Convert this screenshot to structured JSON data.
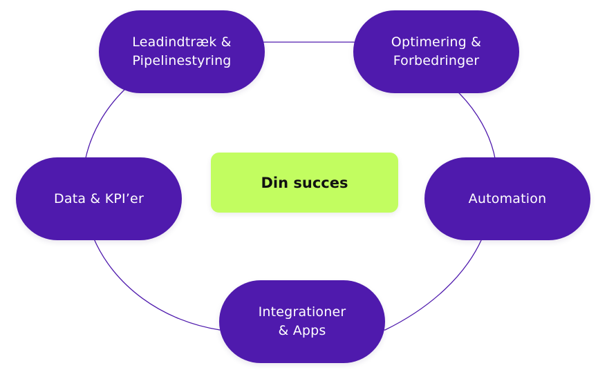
{
  "colors": {
    "node_fill": "#4f1aad",
    "node_text": "#ffffff",
    "center_fill": "#c2fd60",
    "center_text": "#111111",
    "ring_stroke": "#4f1aad"
  },
  "center": {
    "label": "Din succes"
  },
  "nodes": [
    {
      "id": "lead",
      "label": "Leadindtræk &\nPipelinestyring"
    },
    {
      "id": "optimering",
      "label": "Optimering &\nForbedringer"
    },
    {
      "id": "automation",
      "label": "Automation"
    },
    {
      "id": "integrationer",
      "label": "Integrationer\n& Apps"
    },
    {
      "id": "data",
      "label": "Data & KPI’er"
    }
  ]
}
